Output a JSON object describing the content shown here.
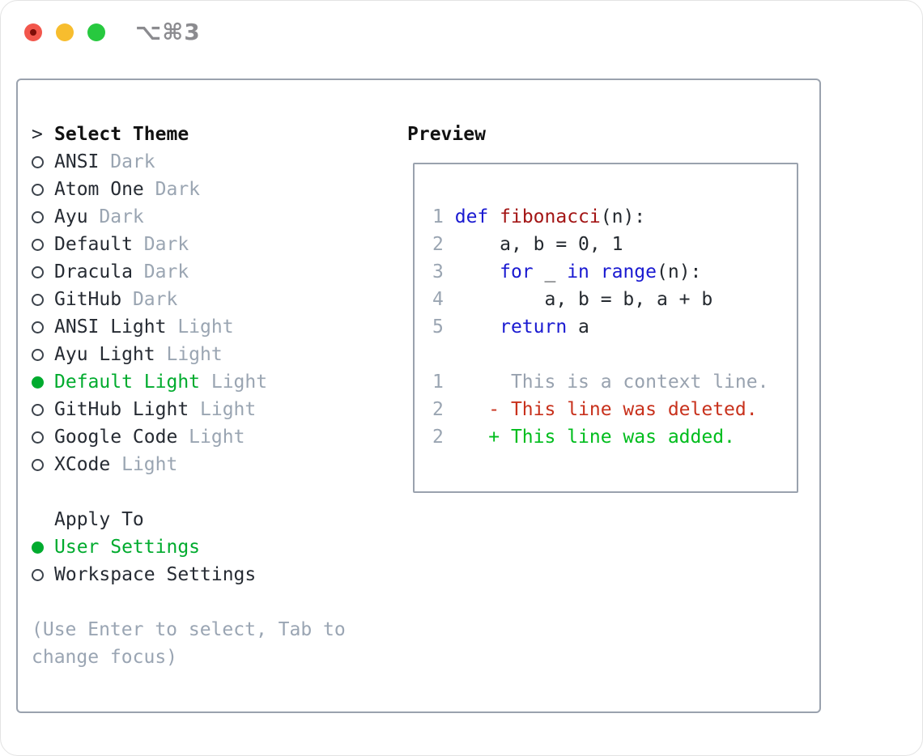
{
  "titlebar": {
    "title": "⌥⌘3",
    "controls": [
      {
        "name": "close",
        "color": "#f2564c"
      },
      {
        "name": "minimize",
        "color": "#f7bd2e"
      },
      {
        "name": "zoom",
        "color": "#27c93f"
      }
    ]
  },
  "sidebar": {
    "header_prefix": ">",
    "header": "Select Theme",
    "items": [
      {
        "name": "ANSI",
        "variant": "Dark",
        "selected": false
      },
      {
        "name": "Atom One",
        "variant": "Dark",
        "selected": false
      },
      {
        "name": "Ayu",
        "variant": "Dark",
        "selected": false
      },
      {
        "name": "Default",
        "variant": "Dark",
        "selected": false
      },
      {
        "name": "Dracula",
        "variant": "Dark",
        "selected": false
      },
      {
        "name": "GitHub",
        "variant": "Dark",
        "selected": false
      },
      {
        "name": "ANSI Light",
        "variant": "Light",
        "selected": false
      },
      {
        "name": "Ayu Light",
        "variant": "Light",
        "selected": false
      },
      {
        "name": "Default Light",
        "variant": "Light",
        "selected": true
      },
      {
        "name": "GitHub Light",
        "variant": "Light",
        "selected": false
      },
      {
        "name": "Google Code",
        "variant": "Light",
        "selected": false
      },
      {
        "name": "XCode",
        "variant": "Light",
        "selected": false
      }
    ],
    "apply_to": {
      "header": "Apply To",
      "options": [
        {
          "name": "User Settings",
          "selected": true
        },
        {
          "name": "Workspace Settings",
          "selected": false
        }
      ]
    },
    "hint": "(Use Enter to select, Tab to change focus)"
  },
  "preview": {
    "header": "Preview",
    "lines": [
      {
        "num": "1",
        "segments": [
          {
            "text": "def",
            "color": "kw"
          },
          {
            "text": " ",
            "color": "plain"
          },
          {
            "text": "fibonacci",
            "color": "fn"
          },
          {
            "text": "(n):",
            "color": "plain"
          }
        ]
      },
      {
        "num": "2",
        "segments": [
          {
            "text": "    a, b = 0, 1",
            "color": "plain"
          }
        ]
      },
      {
        "num": "3",
        "segments": [
          {
            "text": "    ",
            "color": "plain"
          },
          {
            "text": "for",
            "color": "kw"
          },
          {
            "text": " _ ",
            "color": "plain"
          },
          {
            "text": "in",
            "color": "kw"
          },
          {
            "text": " ",
            "color": "plain"
          },
          {
            "text": "range",
            "color": "kw"
          },
          {
            "text": "(n):",
            "color": "plain"
          }
        ]
      },
      {
        "num": "4",
        "segments": [
          {
            "text": "        a, b = b, a + b",
            "color": "plain"
          }
        ]
      },
      {
        "num": "5",
        "segments": [
          {
            "text": "    ",
            "color": "plain"
          },
          {
            "text": "return",
            "color": "kw"
          },
          {
            "text": " a",
            "color": "plain"
          }
        ]
      },
      {
        "num": "",
        "segments": []
      },
      {
        "num": "1",
        "segments": [
          {
            "text": "     This is a context line.",
            "color": "ctx"
          }
        ]
      },
      {
        "num": "2",
        "segments": [
          {
            "text": "   - This line was deleted.",
            "color": "del"
          }
        ]
      },
      {
        "num": "2",
        "segments": [
          {
            "text": "   + This line was added.",
            "color": "add"
          }
        ]
      }
    ]
  },
  "colors": {
    "selection_green": "#00ab2e",
    "added_green": "#00bd1d",
    "deleted_red": "#c8311c",
    "keyword_blue": "#1a1ad1",
    "function_red": "#a31515",
    "muted_gray": "#9aa5b2",
    "border_gray": "#9aa2ae",
    "text_dark": "#262b33"
  }
}
